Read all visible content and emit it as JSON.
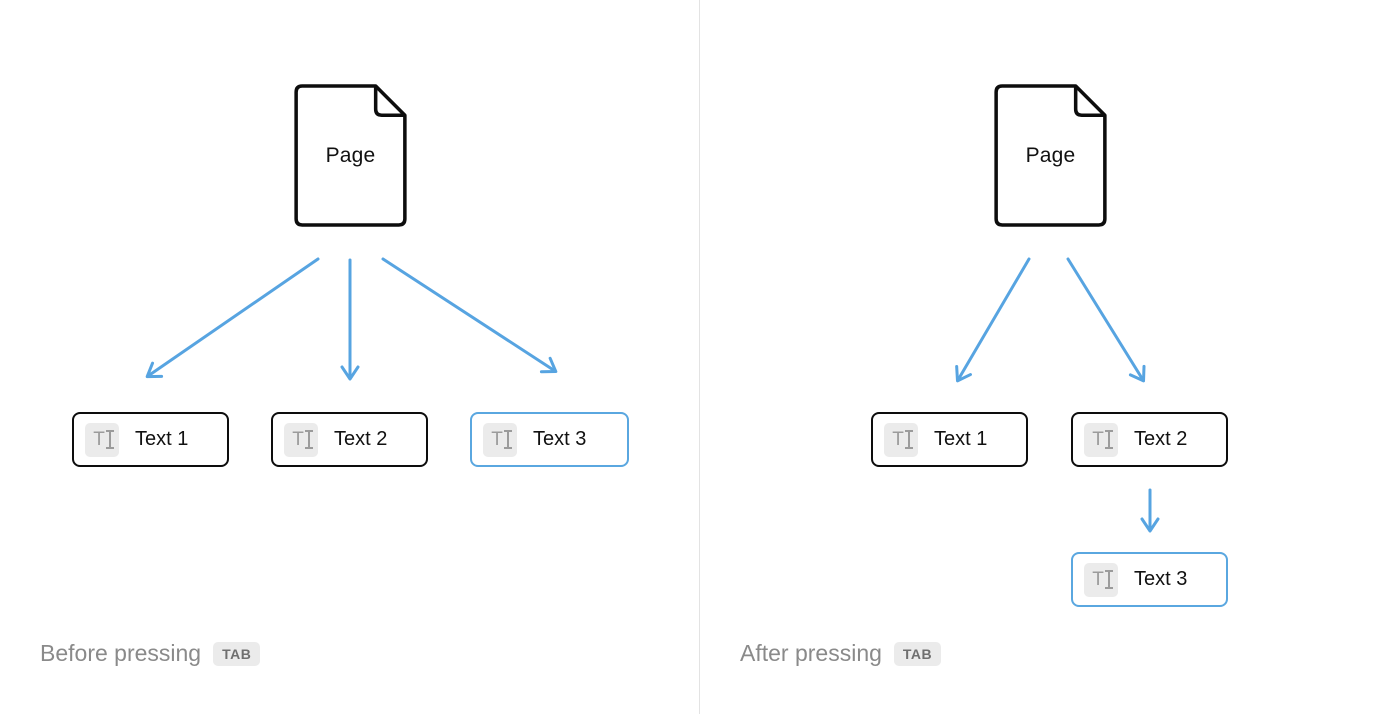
{
  "colors": {
    "arrow_blue": "#57a4e1",
    "selected_border_blue": "#5aa7e0",
    "block_border_black": "#0d0d0d",
    "icon_background": "#ebebeb",
    "icon_glyph_gray": "#9b9b9b",
    "caption_gray": "#8a8a8a",
    "badge_background": "#ebebeb",
    "badge_text": "#6f6f6f",
    "divider_gray": "#e3e3e3"
  },
  "panels": [
    {
      "name": "before",
      "caption": "Before pressing",
      "key": "TAB",
      "page": {
        "label": "Page"
      },
      "blocks": [
        {
          "label": "Text 1",
          "selected": false
        },
        {
          "label": "Text 2",
          "selected": false
        },
        {
          "label": "Text 3",
          "selected": true
        }
      ]
    },
    {
      "name": "after",
      "caption": "After pressing",
      "key": "TAB",
      "page": {
        "label": "Page"
      },
      "blocks": [
        {
          "label": "Text 1",
          "selected": false
        },
        {
          "label": "Text 2",
          "selected": false
        },
        {
          "label": "Text 3",
          "selected": true
        }
      ]
    }
  ],
  "icons": {
    "page_icon": "page-document-icon",
    "block_icon": "text-block-icon"
  }
}
